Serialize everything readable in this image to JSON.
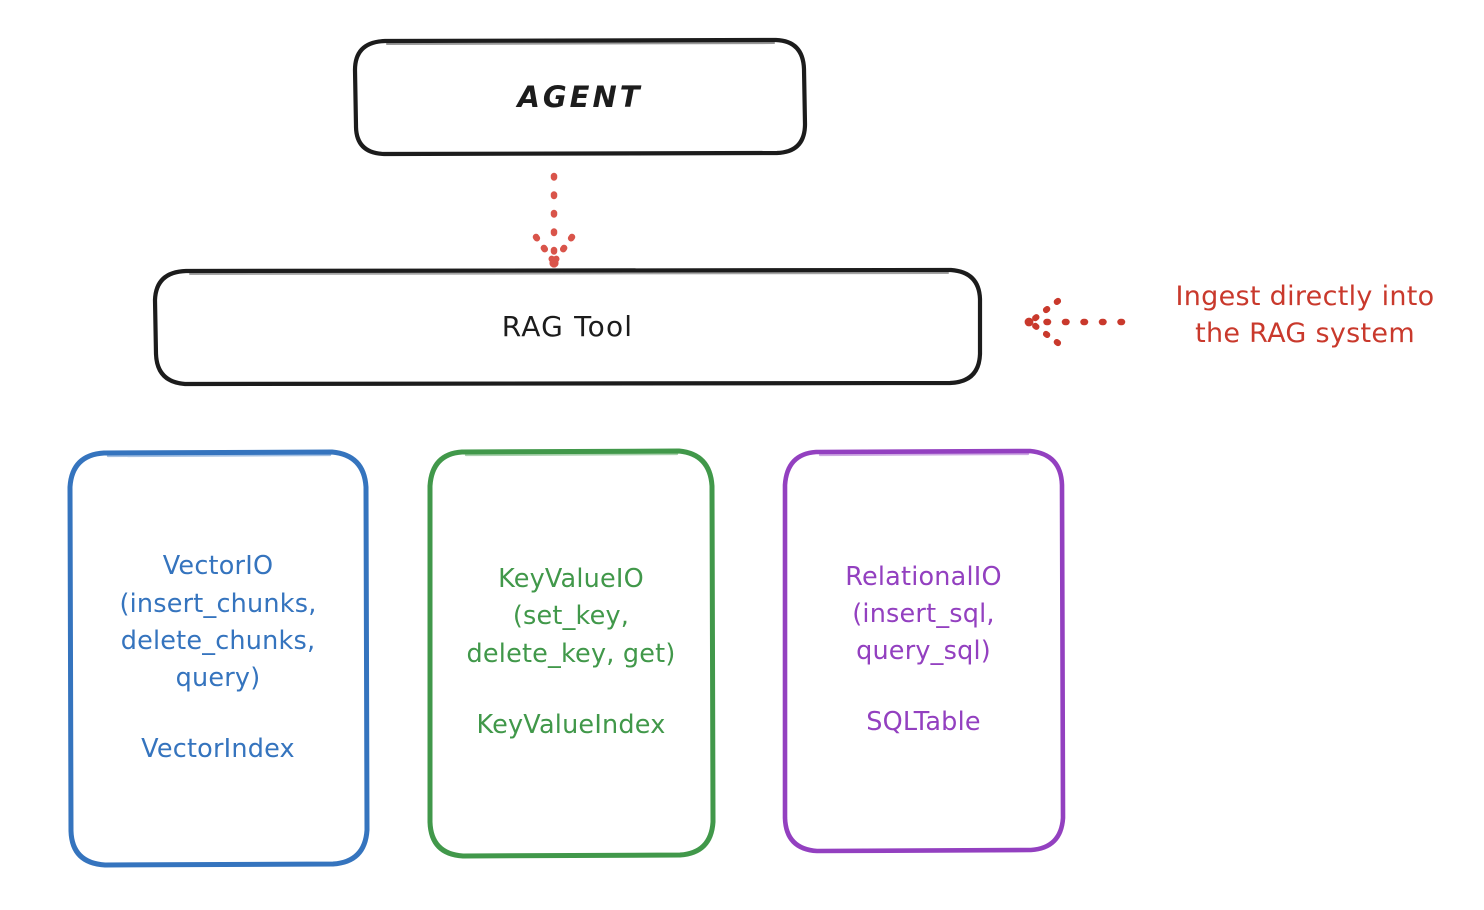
{
  "diagram": {
    "title": "RAG Tool architecture diagram",
    "background": "#ffffff",
    "style": "hand-drawn sketch"
  },
  "nodes": {
    "agent": {
      "label": "AGENT",
      "stroke": "#1c1c1c",
      "fill": "#ffffff"
    },
    "rag_tool": {
      "label": "RAG Tool",
      "stroke": "#1c1c1c",
      "fill": "#ffffff"
    },
    "vector_io": {
      "api_label": "VectorIO\n(insert_chunks,\ndelete_chunks,\nquery)",
      "index_label": "VectorIndex",
      "stroke": "#3574be",
      "fill": "#ffffff"
    },
    "key_value_io": {
      "api_label": "KeyValueIO\n(set_key,\ndelete_key, get)",
      "index_label": "KeyValueIndex",
      "stroke": "#41984a",
      "fill": "#ffffff"
    },
    "relational_io": {
      "api_label": "RelationalIO\n(insert_sql,\nquery_sql)",
      "index_label": "SQLTable",
      "stroke": "#9340c0",
      "fill": "#ffffff"
    }
  },
  "edges": {
    "agent_to_rag": {
      "from": "agent",
      "to": "rag_tool",
      "style": "dotted",
      "color": "#d9544a",
      "direction": "down"
    },
    "ingest_arrow": {
      "from": "annotation",
      "to": "rag_tool",
      "style": "dotted",
      "color": "#c9392c",
      "direction": "left"
    }
  },
  "annotations": {
    "ingest_note": "Ingest directly into\nthe RAG system",
    "color": "#c9392c"
  },
  "colors": {
    "ink": "#1c1c1c",
    "blue": "#3574be",
    "green": "#41984a",
    "purple": "#9340c0",
    "red": "#c9392c",
    "arrow_red": "#d9544a"
  }
}
